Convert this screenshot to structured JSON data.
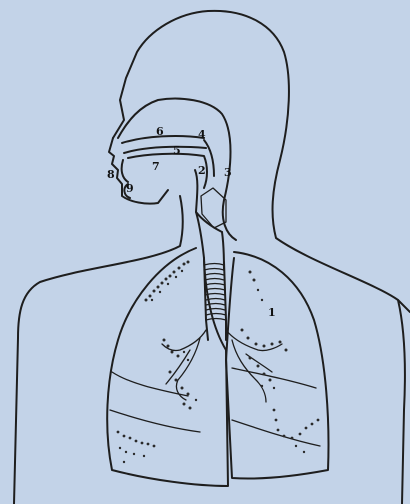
{
  "labels": {
    "l1": "1",
    "l2": "2",
    "l3": "3",
    "l4": "4",
    "l5": "5",
    "l6": "6",
    "l7": "7",
    "l8": "8",
    "l9": "9"
  }
}
